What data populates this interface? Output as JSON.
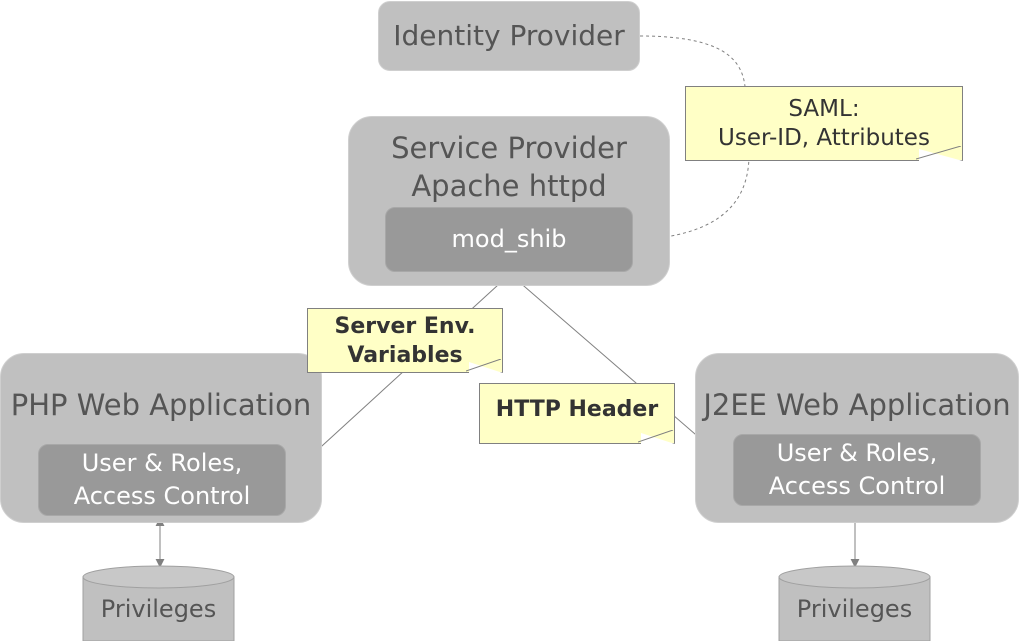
{
  "identity_provider": {
    "label": "Identity Provider"
  },
  "service_provider": {
    "line1": "Service Provider",
    "line2": "Apache httpd",
    "module": "mod_shib"
  },
  "php_app": {
    "title": "PHP Web Application",
    "inner_line1": "User & Roles,",
    "inner_line2": "Access Control",
    "db": "Privileges"
  },
  "j2ee_app": {
    "title": "J2EE Web Application",
    "inner_line1": "User & Roles,",
    "inner_line2": "Access Control",
    "db": "Privileges"
  },
  "notes": {
    "saml_line1": "SAML:",
    "saml_line2": "User-ID, Attributes",
    "env_line1": "Server Env.",
    "env_line2": "Variables",
    "http": "HTTP Header"
  },
  "colors": {
    "box": "#c0c0c0",
    "inner_box": "#999999",
    "note": "#ffffc6",
    "text_dark": "#555555"
  }
}
